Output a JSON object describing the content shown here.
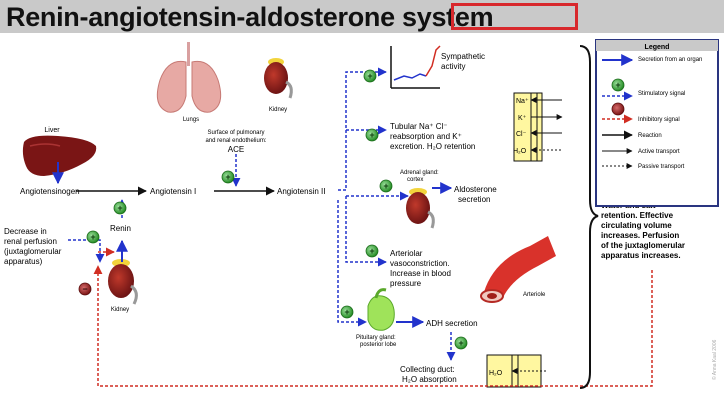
{
  "title": {
    "main": "Renin-angiotensin-aldosterone",
    "highlight": "system"
  },
  "organs": {
    "liver": "Liver",
    "lungs": "Lungs",
    "kidney_top": "Kidney",
    "kidney_bottom": "Kidney",
    "adrenal": [
      "Adrenal gland:",
      "cortex"
    ],
    "pituitary": [
      "Pituitary gland:",
      "posterior lobe"
    ],
    "arteriole": "Arteriole"
  },
  "nodes": {
    "angiotensinogen": "Angiotensinogen",
    "angiotensin1": "Angiotensin I",
    "angiotensin2": "Angiotensin II",
    "renin": "Renin",
    "ace_surface": [
      "Surface of pulmonary",
      "and renal endothelium:"
    ],
    "ace": "ACE",
    "decrease": [
      "Decrease in",
      "renal perfusion",
      "(juxtaglomerular",
      "apparatus)"
    ],
    "sympathetic": [
      "Sympathetic",
      "activity"
    ],
    "tubular": [
      "Tubular Na⁺ Cl⁻",
      "reabsorption and K⁺",
      "excretion. H₂O retention"
    ],
    "aldosterone": [
      "Aldosterone",
      "secretion"
    ],
    "arteriolar": [
      "Arteriolar",
      "vasoconstriction.",
      "Increase in blood",
      "pressure"
    ],
    "adh": "ADH secretion",
    "collecting": [
      "Collecting duct:",
      "H₂O absorption"
    ],
    "h2o_box": "H₂O",
    "outcome": [
      "Water and salt",
      "retention. Effective",
      "circulating volume",
      "increases. Perfusion",
      "of the juxtaglomerular",
      "apparatus increases."
    ]
  },
  "ion_box": [
    "Na⁺",
    "K⁺",
    "Cl⁻",
    "H₂O"
  ],
  "legend": {
    "title": "Legend",
    "items": [
      {
        "label": "Secretion from an organ"
      },
      {
        "label": "Stimulatory signal"
      },
      {
        "label": "Inhibitory signal"
      },
      {
        "label": "Reaction"
      },
      {
        "label": "Active transport"
      },
      {
        "label": "Passive transport"
      }
    ]
  },
  "signs": {
    "plus": "+",
    "minus": "−"
  },
  "credit": "© Anna Kaal 2006",
  "colors": {
    "arrow_blue": "#2233cc",
    "inhibitory_red": "#d12d22",
    "organ_red": "#8c1b1b",
    "stim_green": "#2e9e2e",
    "yellow": "#fff7a0",
    "highlight": "#d8282c"
  }
}
